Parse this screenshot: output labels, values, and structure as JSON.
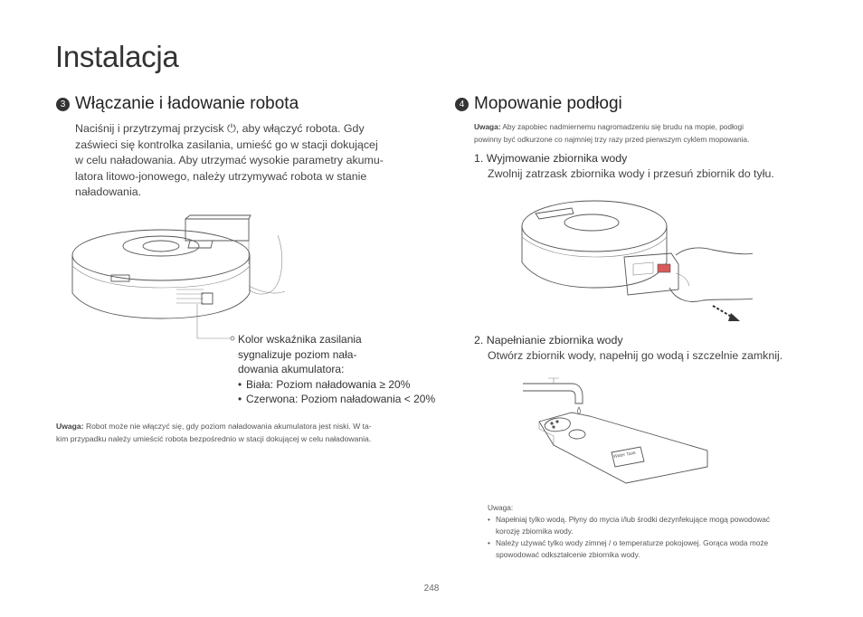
{
  "page_title": "Instalacja",
  "section3": {
    "number": "3",
    "heading": "Włączanie i ładowanie robota",
    "para_l1": "Naciśnij i przytrzymaj przycisk ⏻, aby włączyć robota. Gdy",
    "para_l2": "zaświeci się kontrolka zasilania, umieść go w stacji dokującej",
    "para_l3": "w celu naładowania. Aby utrzymać wysokie parametry akumu-",
    "para_l4": "latora litowo-jonowego, należy utrzymywać robota w stanie",
    "para_l5": "naładowania.",
    "callout_l1": "Kolor wskaźnika zasilania",
    "callout_l2": "sygnalizuje poziom nała-",
    "callout_l3": "dowania akumulatora:",
    "callout_items": [
      "Biała: Poziom naładowania ≥ 20%",
      "Czerwona: Poziom naładowania < 20%"
    ],
    "note_label": "Uwaga:",
    "note_l1": " Robot może nie włączyć się, gdy poziom naładowania akumulatora jest niski. W ta-",
    "note_l2": "kim przypadku należy umieścić robota bezpośrednio w stacji dokującej w celu naładowania."
  },
  "section4": {
    "number": "4",
    "heading": "Mopowanie podłogi",
    "note_label": "Uwaga:",
    "note_l1": " Aby zapobiec nadmiernemu nagromadzeniu się brudu na mopie, podłogi",
    "note_l2": "powinny być odkurzone co najmniej trzy razy przed pierwszym cyklem mopowania.",
    "step1_heading": "1. Wyjmowanie zbiornika wody",
    "step1_body": "Zwolnij zatrzask zbiornika wody i przesuń zbiornik do tyłu.",
    "step2_heading": "2. Napełnianie zbiornika wody",
    "step2_body": "Otwórz zbiornik wody, napełnij go wodą i szczelnie zamknij.",
    "tank_label": "Water Tank",
    "bottom_note_label": "Uwaga:",
    "bottom_notes": [
      {
        "l1": "Napełniaj tylko wodą. Płyny do mycia i/lub środki dezynfekujące mogą powodować",
        "l2": "korozję zbiornika wody."
      },
      {
        "l1": "Należy używać tylko wody zimnej / o temperaturze pokojowej. Gorąca woda może",
        "l2": "spowodować odkształcenie zbiornika wody."
      }
    ]
  },
  "page_number": "248"
}
